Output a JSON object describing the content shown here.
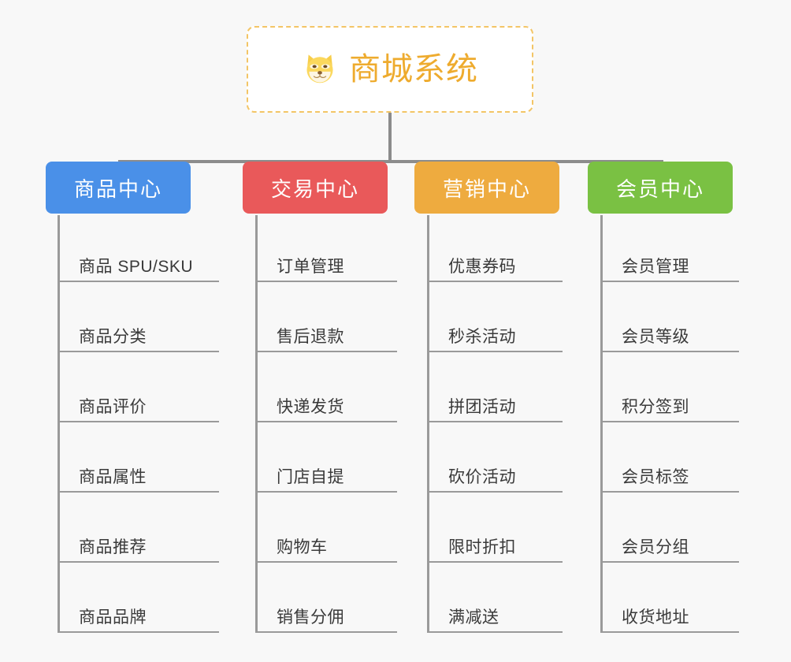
{
  "diagram": {
    "title": "商城系统",
    "root_icon": "shiba-dog-face-icon",
    "background_color": "#f8f8f8",
    "root": {
      "label": "商城系统",
      "border_color": "#f3c566",
      "text_color": "#eeab2e",
      "background_color": "#ffffff"
    },
    "connector_color": "#8c8c8c",
    "branches": [
      {
        "label": "商品中心",
        "color": "#4a90e8",
        "items": [
          {
            "label": "商品 SPU/SKU"
          },
          {
            "label": "商品分类"
          },
          {
            "label": "商品评价"
          },
          {
            "label": "商品属性"
          },
          {
            "label": "商品推荐"
          },
          {
            "label": "商品品牌"
          }
        ]
      },
      {
        "label": "交易中心",
        "color": "#e9595a",
        "items": [
          {
            "label": "订单管理"
          },
          {
            "label": "售后退款"
          },
          {
            "label": "快递发货"
          },
          {
            "label": "门店自提"
          },
          {
            "label": "购物车"
          },
          {
            "label": "销售分佣"
          }
        ]
      },
      {
        "label": "营销中心",
        "color": "#eeab3f",
        "items": [
          {
            "label": "优惠券码"
          },
          {
            "label": "秒杀活动"
          },
          {
            "label": "拼团活动"
          },
          {
            "label": "砍价活动"
          },
          {
            "label": "限时折扣"
          },
          {
            "label": "满减送"
          }
        ]
      },
      {
        "label": "会员中心",
        "color": "#7ac143",
        "items": [
          {
            "label": "会员管理"
          },
          {
            "label": "会员等级"
          },
          {
            "label": "积分签到"
          },
          {
            "label": "会员标签"
          },
          {
            "label": "会员分组"
          },
          {
            "label": "收货地址"
          }
        ]
      }
    ]
  }
}
